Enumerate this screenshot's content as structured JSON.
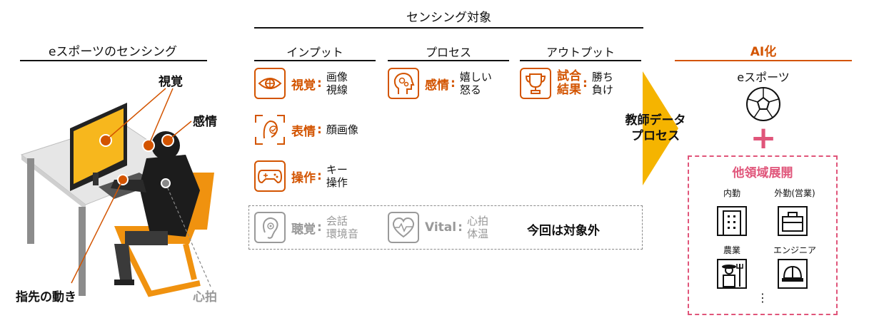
{
  "left": {
    "title": "eスポーツのセンシング",
    "callouts": {
      "vision": "視覚",
      "emotion": "感情",
      "fingertip": "指先の動き",
      "heartbeat": "心拍"
    }
  },
  "sensing": {
    "title": "センシング対象",
    "columns": {
      "input": "インプット",
      "process": "プロセス",
      "output": "アウトプット"
    },
    "items": {
      "vision": {
        "label": "視覚",
        "colon": ":",
        "value": "画像\n視線",
        "icon": "eye-icon"
      },
      "expression": {
        "label": "表情",
        "colon": ":",
        "value": "顔画像",
        "icon": "face-scan-icon"
      },
      "operation": {
        "label": "操作",
        "colon": ":",
        "value": "キー\n操作",
        "icon": "gamepad-icon"
      },
      "emotion": {
        "label": "感情",
        "colon": ":",
        "value": "嬉しい\n怒る",
        "icon": "head-gears-icon"
      },
      "match": {
        "label": "試合\n結果",
        "colon": ":",
        "value": "勝ち\n負け",
        "icon": "trophy-icon"
      },
      "hearing": {
        "label": "聴覚",
        "colon": ":",
        "value": "会話\n環境音",
        "icon": "ear-icon"
      },
      "vital": {
        "label": "Vital",
        "colon": ":",
        "value": "心拍\n体温",
        "icon": "heart-pulse-icon"
      }
    },
    "excluded_note": "今回は対象外"
  },
  "arrow_label": "教師データ\nプロセス",
  "ai": {
    "title": "AI化",
    "esports": "eスポーツ",
    "plus": "+",
    "other_domains": {
      "title": "他領域展開",
      "items": [
        {
          "label": "内勤",
          "icon": "office-building-icon"
        },
        {
          "label": "外勤(営業)",
          "icon": "briefcase-icon"
        },
        {
          "label": "農業",
          "icon": "farmer-icon"
        },
        {
          "label": "エンジニア",
          "icon": "hard-hat-icon"
        }
      ],
      "more": "⋮"
    }
  },
  "colors": {
    "accent": "#d35400",
    "pink": "#e0557a",
    "arrow": "#f5b400",
    "chair": "#f0920f"
  }
}
